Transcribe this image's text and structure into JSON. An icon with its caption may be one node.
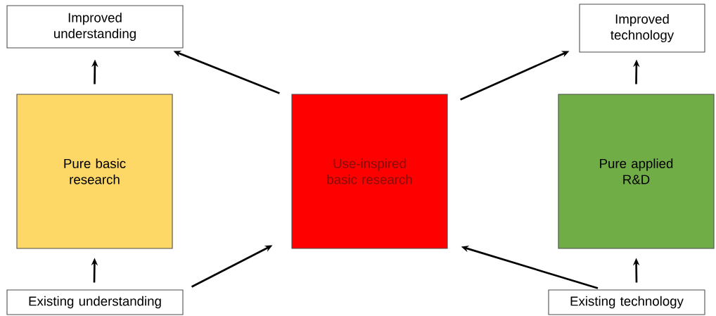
{
  "diagram": {
    "nodes": [
      {
        "text": [
          "Improved understanding"
        ]
      },
      {
        "text": [
          "Improved technology"
        ]
      },
      {
        "text": [
          "Pure basic research"
        ]
      },
      {
        "text": [
          "Use-inspired basic research"
        ]
      },
      {
        "text": [
          "Pure applied R&D"
        ]
      },
      {
        "text": [
          "Existing understanding"
        ]
      },
      {
        "text": [
          "Existing technology"
        ]
      }
    ],
    "edges": [
      {
        "from": 5,
        "to": 2,
        "arrow": "to"
      },
      {
        "from": 2,
        "to": 0,
        "arrow": "to"
      },
      {
        "from": 5,
        "to": 3,
        "arrow": "to"
      },
      {
        "from": 6,
        "to": 3,
        "arrow": "to"
      },
      {
        "from": 3,
        "to": 0,
        "arrow": "to"
      },
      {
        "from": 3,
        "to": 1,
        "arrow": "to"
      },
      {
        "from": 6,
        "to": 4,
        "arrow": "to"
      },
      {
        "from": 4,
        "to": 1,
        "arrow": "to"
      }
    ]
  }
}
